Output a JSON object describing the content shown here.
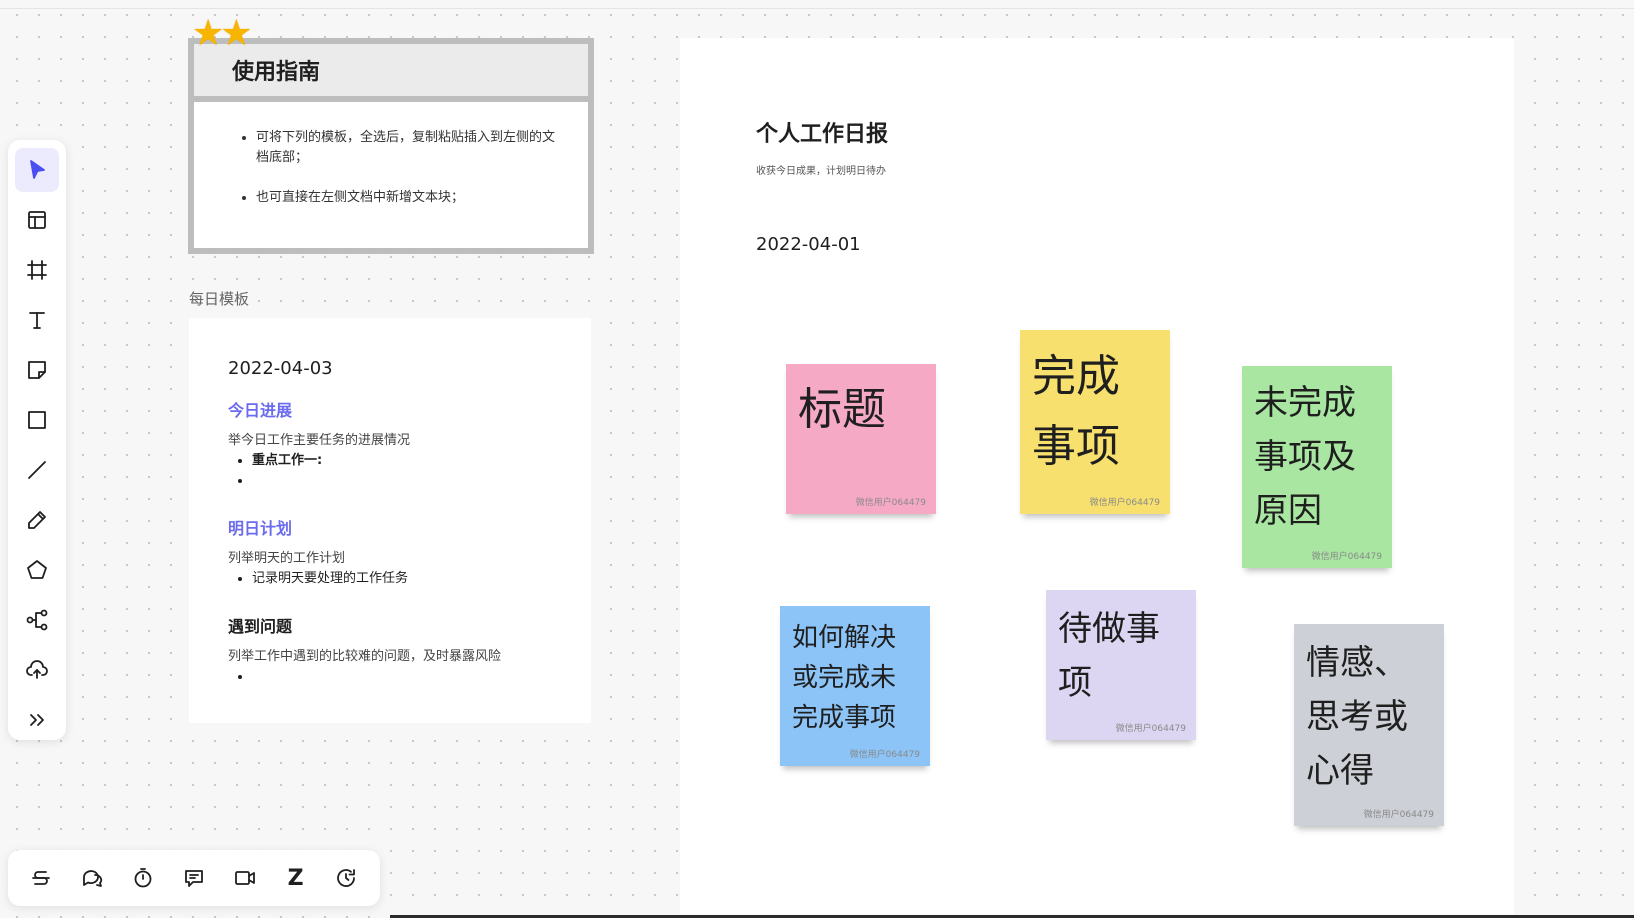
{
  "guide": {
    "title": "使用指南",
    "items": [
      "可将下列的模板，全选后，复制粘贴插入到左侧的文档底部；",
      "也可直接在左侧文档中新增文本块；"
    ]
  },
  "template": {
    "label": "每日模板",
    "date": "2022-04-03",
    "progress_heading": "今日进展",
    "progress_desc": "举今日工作主要任务的进展情况",
    "progress_items": [
      "重点工作一:",
      ""
    ],
    "plan_heading": "明日计划",
    "plan_desc": "列举明天的工作计划",
    "plan_items": [
      "记录明天要处理的工作任务"
    ],
    "issue_heading": "遇到问题",
    "issue_desc": "列举工作中遇到的比较难的问题，及时暴露风险",
    "issue_items": [
      ""
    ]
  },
  "document": {
    "title": "个人工作日报",
    "subtitle": "收获今日成果，计划明日待办",
    "date": "2022-04-01"
  },
  "stickies": [
    {
      "text": "标题",
      "author": "微信用户064479",
      "color": "#f6a9c5"
    },
    {
      "text": "完成事项",
      "author": "微信用户064479",
      "color": "#f8e06e"
    },
    {
      "text": "未完成事项及原因",
      "author": "微信用户064479",
      "color": "#a8e6a1"
    },
    {
      "text": "如何解决或完成未完成事项",
      "author": "微信用户064479",
      "color": "#8cc4f7"
    },
    {
      "text": "待做事项",
      "author": "微信用户064479",
      "color": "#dcd6f3"
    },
    {
      "text": "情感、思考或心得",
      "author": "微信用户064479",
      "color": "#cdd0d6"
    }
  ],
  "left_tools": [
    "select-arrow-icon",
    "layout-template-icon",
    "frame-crop-icon",
    "text-icon",
    "sticky-note-icon",
    "rectangle-icon",
    "line-icon",
    "pen-icon",
    "polygon-icon",
    "mind-map-icon",
    "upload-cloud-icon",
    "expand-more-icon"
  ],
  "bottom_tools": [
    "strikethrough-icon",
    "chat-bubbles-icon",
    "timer-icon",
    "comment-icon",
    "video-icon",
    "zoom-z-icon",
    "history-icon"
  ],
  "accent_color": "#4b4ef0"
}
